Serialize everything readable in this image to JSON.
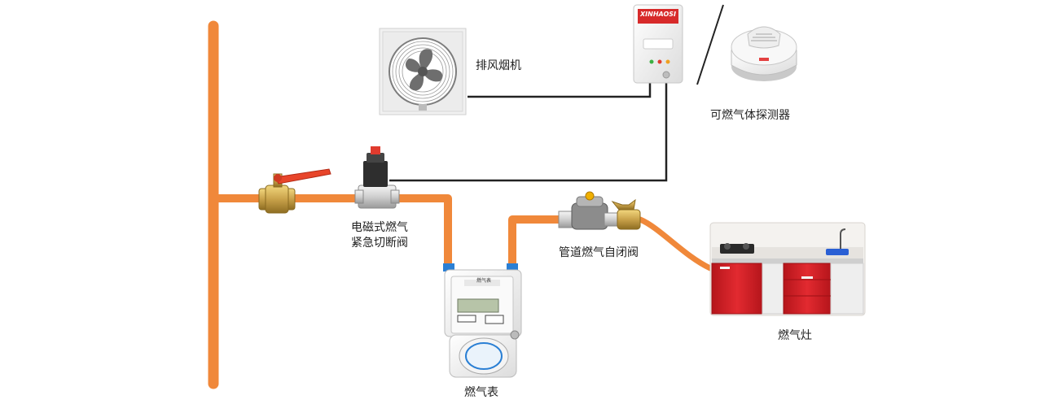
{
  "labels": {
    "exhaust_fan": "排风烟机",
    "gas_detector": "可燃气体探测器",
    "solenoid_valve_line1": "电磁式燃气",
    "solenoid_valve_line2": "紧急切断阀",
    "pipe_self_closing_valve": "管道燃气自闭阀",
    "gas_stove": "燃气灶",
    "gas_meter": "燃气表"
  },
  "device_text": {
    "detector_brand": "XINHAOSI",
    "meter_title": "燃气表"
  },
  "colors": {
    "gas_pipe": "#f0883a",
    "signal_wire": "#222222",
    "brass": "#c9a24a",
    "red_handle": "#e8452a",
    "cabinet_red": "#d8222a",
    "connector_blue": "#2a7fd4",
    "device_white": "#f3f3f3"
  }
}
